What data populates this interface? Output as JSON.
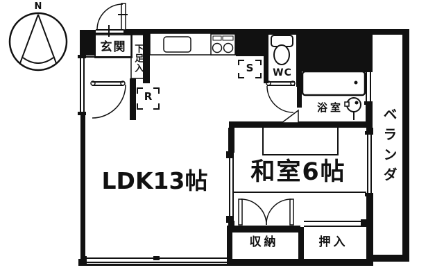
{
  "title": "apartment-floor-plan",
  "compass": {
    "north": "N"
  },
  "labels": {
    "genkan": "玄関",
    "shoe_storage": "下足入",
    "storage_mark": "S",
    "wc": "WC",
    "bathroom": "浴室",
    "refrigerator_mark": "R",
    "ldk": "LDK13帖",
    "washitsu": "和室6帖",
    "storage": "収納",
    "oshiire": "押入",
    "veranda": "ベランダ"
  },
  "colors": {
    "line": "#111111",
    "background": "#ffffff"
  }
}
